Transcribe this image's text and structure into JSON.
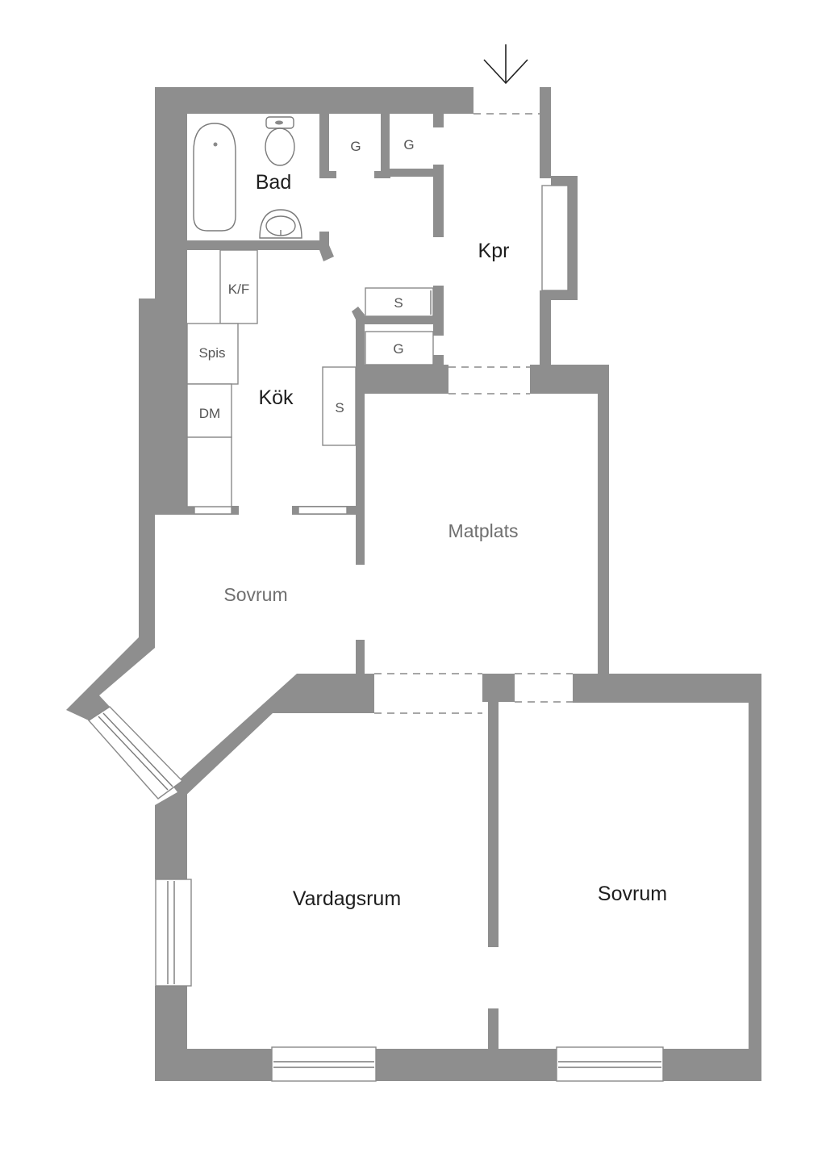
{
  "plan": {
    "rooms": {
      "bad": "Bad",
      "kpr": "Kpr",
      "kok": "Kök",
      "matplats": "Matplats",
      "sovrum_small": "Sovrum",
      "vardagsrum": "Vardagsrum",
      "sovrum_large": "Sovrum"
    },
    "fixtures": {
      "closet_1": "G",
      "closet_2": "G",
      "closet_3": "G",
      "storage_hall": "S",
      "storage_kitchen": "S",
      "fridge_freezer": "K/F",
      "stove": "Spis",
      "dishwasher": "DM"
    },
    "icons": {
      "entrance": "entrance-arrow-icon",
      "bathtub": "bathtub-icon",
      "toilet": "toilet-icon",
      "sink": "sink-icon"
    },
    "colors": {
      "wall": "#8e8e8e",
      "background": "#ffffff"
    }
  }
}
